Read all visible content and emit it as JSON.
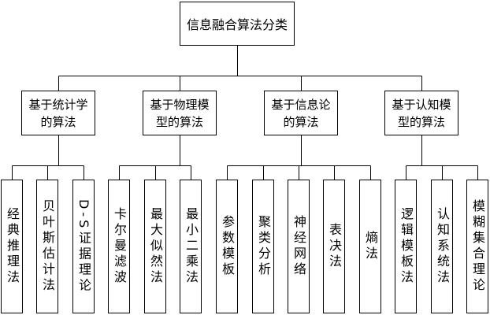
{
  "root": {
    "label": "信息融合算法分类"
  },
  "categories": [
    {
      "label": "基于统计学的算法",
      "children": [
        "经典推理法",
        "贝叶斯估计法",
        "D-S证据理论"
      ]
    },
    {
      "label": "基于物理模型的算法",
      "children": [
        "卡尔曼滤波",
        "最大似然法",
        "最小二乘法"
      ]
    },
    {
      "label": "基于信息论的算法",
      "children": [
        "参数模板",
        "聚类分析",
        "神经网络",
        "表决法",
        "熵法"
      ]
    },
    {
      "label": "基于认知模型的算法",
      "children": [
        "逻辑模板法",
        "认知系统法",
        "模糊集合理论"
      ]
    }
  ]
}
